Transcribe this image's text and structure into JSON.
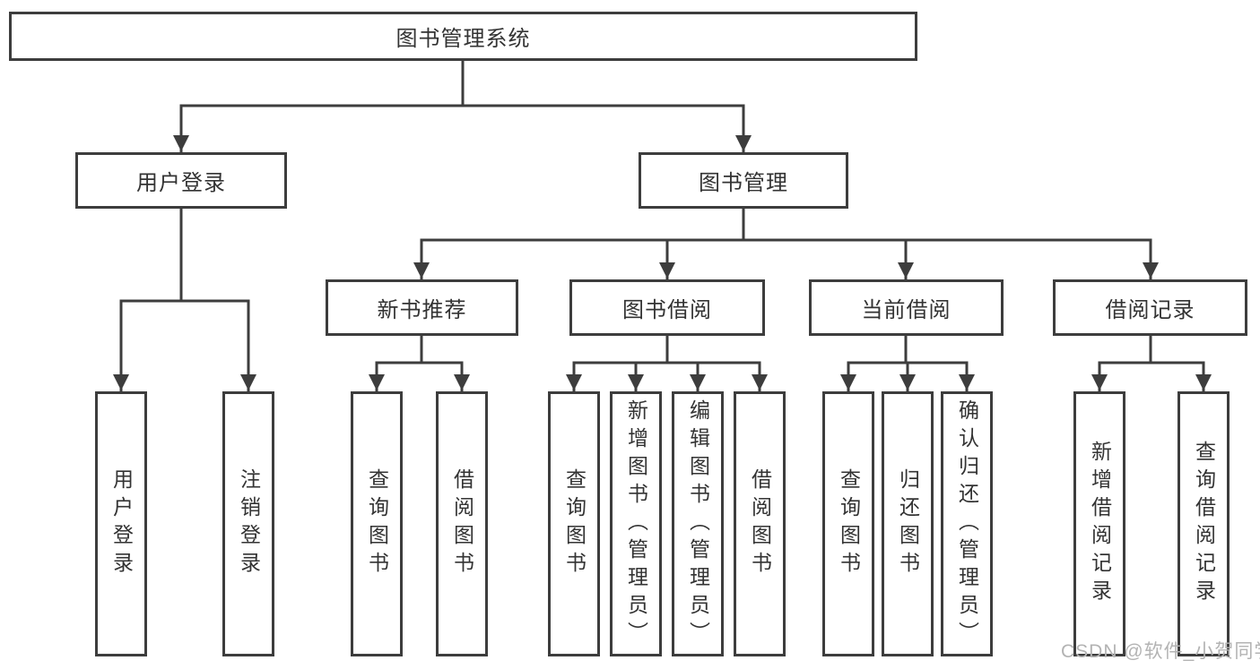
{
  "diagram": {
    "root": "图书管理系统",
    "level2": {
      "user_login": "用户登录",
      "book_management": "图书管理"
    },
    "level3": {
      "new_book_recommend": "新书推荐",
      "book_borrow": "图书借阅",
      "current_borrow": "当前借阅",
      "borrow_records": "借阅记录"
    },
    "leaves": {
      "user_login": "用户登录",
      "logout": "注销登录",
      "nb_query_books": "查询图书",
      "nb_borrow_books": "借阅图书",
      "bb_query_books": "查询图书",
      "bb_add_books": "新增图书（管理员）",
      "bb_edit_books": "编辑图书（管理员）",
      "bb_borrow_books": "借阅图书",
      "cb_query_books": "查询图书",
      "cb_return_books": "归还图书",
      "cb_confirm_return": "确认归还（管理员）",
      "br_add_record": "新增借阅记录",
      "br_query_record": "查询借阅记录"
    },
    "watermark": "CSDN @软件_小贺同学",
    "colors": {
      "line": "#3d3d3d",
      "watermark": "#b3b3b3"
    }
  }
}
